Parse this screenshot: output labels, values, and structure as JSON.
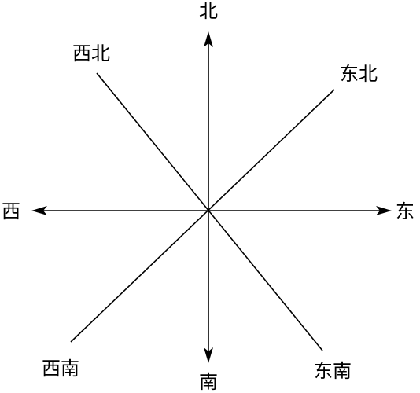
{
  "directions": {
    "north": "北",
    "south": "南",
    "east": "东",
    "west": "西",
    "northeast": "东北",
    "northwest": "西北",
    "southeast": "东南",
    "southwest": "西南"
  },
  "colors": {
    "line": "#000000",
    "background": "#ffffff"
  }
}
